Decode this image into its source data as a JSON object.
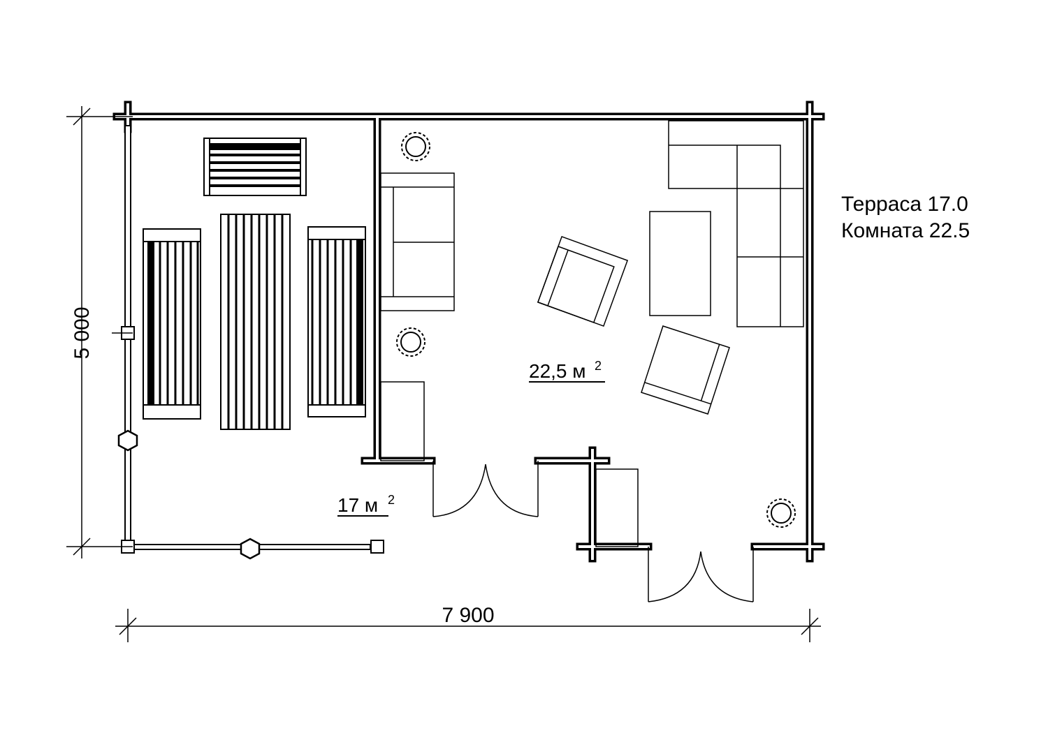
{
  "dimensions": {
    "width": "7 900",
    "height": "5 000"
  },
  "rooms": {
    "room_area": {
      "value": "22,5 м",
      "sup": "2"
    },
    "terrace_area": {
      "value": "17 м",
      "sup": "2"
    }
  },
  "legend": {
    "terrace": "Терраса 17.0",
    "room": "Комната 22.5"
  }
}
